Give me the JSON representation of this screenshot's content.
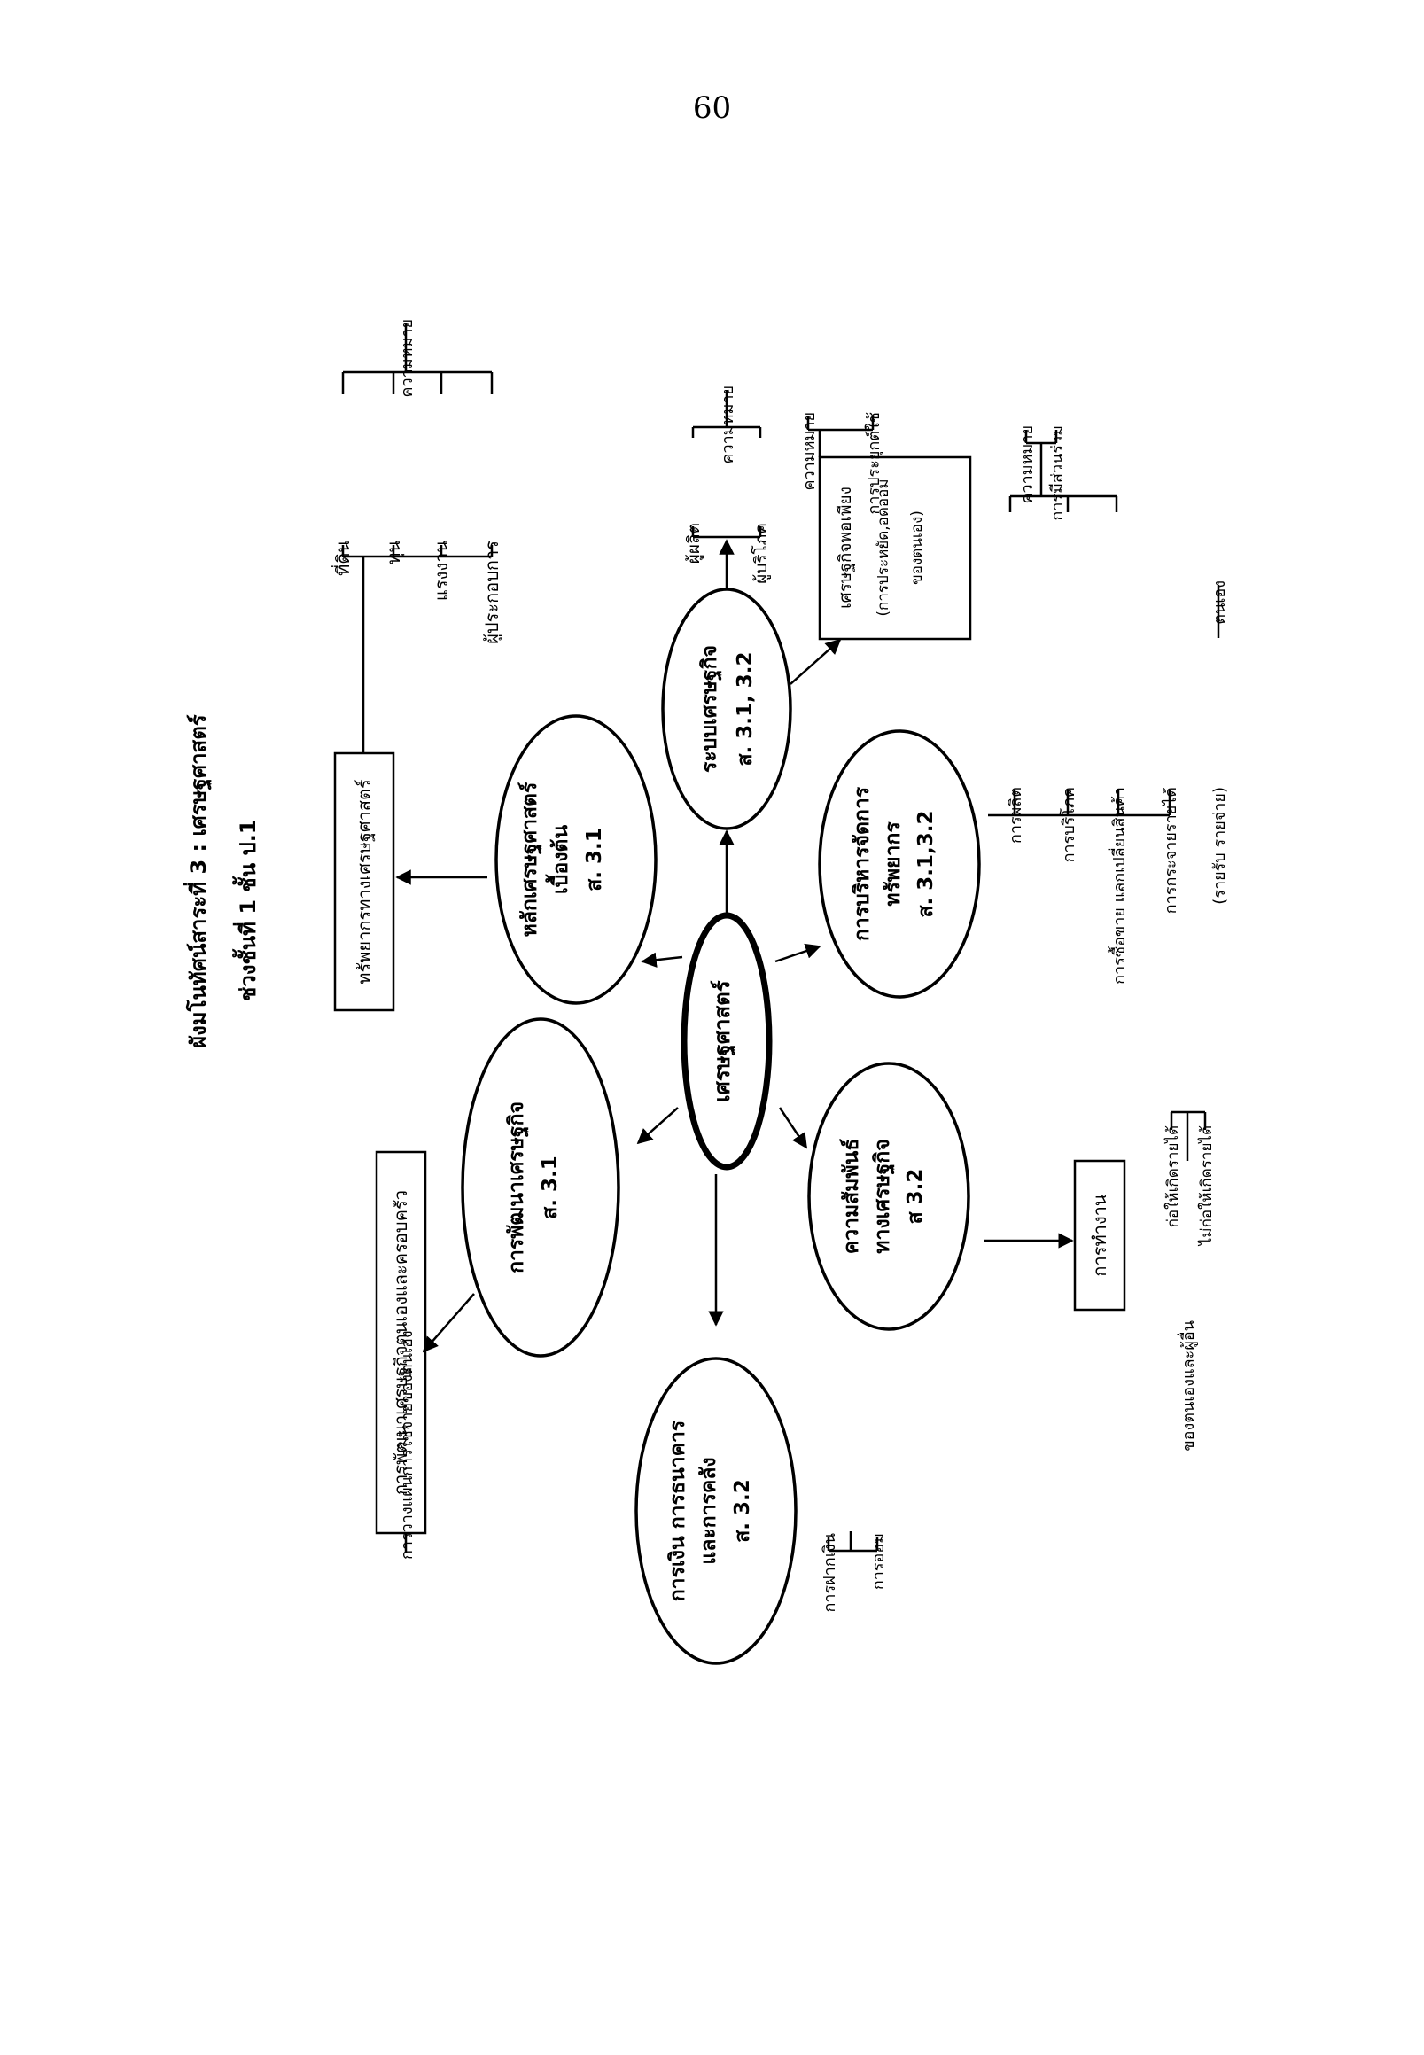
{
  "page_number": "60",
  "title_line1": "ผังมโนทัศน์สาระที่ 3 : เศรษฐศาสตร์",
  "title_line2": "ช่วงชั้นที่ 1 ชั้น ป.1",
  "center": {
    "label": "เศรษฐศาสตร์"
  },
  "nodes": {
    "principles": {
      "line1": "หลักเศรษฐศาสตร์",
      "line2": "เบื้องต้น",
      "code": "ส. 3.1"
    },
    "economic_system": {
      "line1": "ระบบเศรษฐกิจ",
      "code": "ส. 3.1, 3.2"
    },
    "resource_management": {
      "line1": "การบริหารจัดการ",
      "line2": "ทรัพยากร",
      "code": "ส. 3.1,3.2"
    },
    "economic_relations": {
      "line1": "ความสัมพันธ์",
      "line2": "ทางเศรษฐกิจ",
      "code": "ส 3.2"
    },
    "banking": {
      "line1": "การเงิน การธนาคาร",
      "line2": "และการคลัง",
      "code": "ส. 3.2"
    },
    "economic_development": {
      "line1": "การพัฒนาเศรษฐกิจ",
      "code": "ส. 3.1"
    }
  },
  "boxes": {
    "economic_resources": "ทรัพยากรทางเศรษฐศาสตร์",
    "sufficiency": {
      "line1": "เศรษฐกิจพอเพียง",
      "line2": "(การประหยัด,อดออม",
      "line3": "ของตนเอง)"
    },
    "work": "การทำงาน",
    "family_development": "การพัฒนาเศรษฐกิจตนเองและครอบครัว"
  },
  "leaves": {
    "resources": [
      "ที่ดิน",
      "ทุน",
      "แรงงาน",
      "ผู้ประกอบการ"
    ],
    "resources_meaning": "ความหมาย",
    "producer_consumer": [
      "ผู้ผลิต",
      "ผู้บริโภค"
    ],
    "producer_meaning": "ความหมาย",
    "sufficiency_items": [
      "ความหมาย",
      "การประยุกต์ใช้"
    ],
    "management_items": [
      "การผลิต",
      "การบริโภค",
      "การซื้อขาย แลกเปลี่ยนสินค้า",
      "การกระจายรายได้"
    ],
    "income_note": "(รายรับ รายจ่าย)",
    "income_self": "ตนเอง",
    "management_meaning": [
      "ความหมาย",
      "การมีส่วนร่วม"
    ],
    "work_of": "ของตนเองและผู้อื่น",
    "work_items": [
      "ก่อให้เกิดรายได้",
      "ไม่ก่อให้เกิดรายได้"
    ],
    "banking_items": [
      "การฝากเงิน",
      "การออม"
    ],
    "plan_spending": "การวางแผนการใช้จ่ายของตนเอง"
  }
}
